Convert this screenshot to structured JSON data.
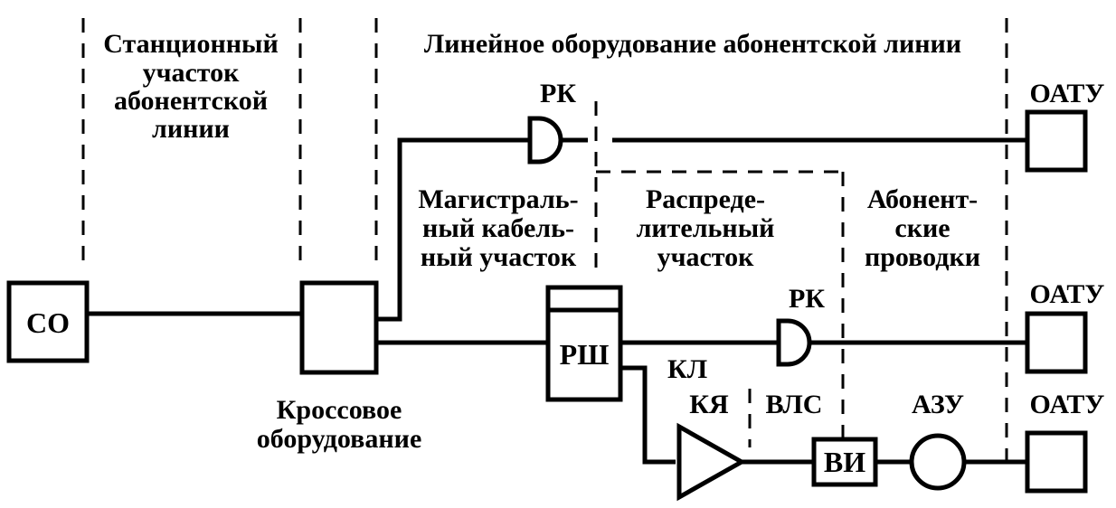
{
  "zones": {
    "station_line_l1": "Станционный",
    "station_line_l2": "участок",
    "station_line_l3": "абонентской",
    "station_line_l4": "линии",
    "linear_equipment": "Линейное оборудование абонентской линии",
    "trunk_l1": "Магистраль-",
    "trunk_l2": "ный кабель-",
    "trunk_l3": "ный участок",
    "distribution_l1": "Распреде-",
    "distribution_l2": "лительный",
    "distribution_l3": "участок",
    "subscriber_l1": "Абонент-",
    "subscriber_l2": "ские",
    "subscriber_l3": "проводки"
  },
  "elements": {
    "co": "СО",
    "cross_l1": "Кроссовое",
    "cross_l2": "оборудование",
    "rk_top": "РК",
    "rk_mid": "РК",
    "rsh": "РШ",
    "kl": "КЛ",
    "kya": "КЯ",
    "vls": "ВЛС",
    "vi": "ВИ",
    "azu": "АЗУ",
    "oatu_top": "ОАТУ",
    "oatu_mid": "ОАТУ",
    "oatu_bottom": "ОАТУ"
  }
}
